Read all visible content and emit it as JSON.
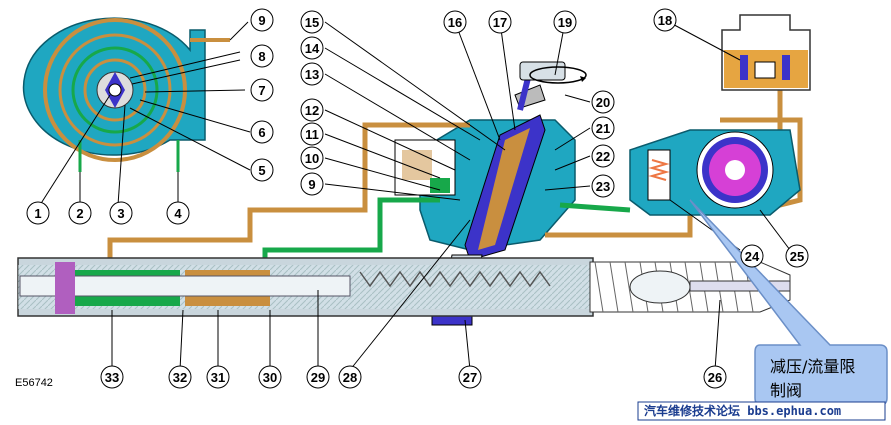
{
  "figure_code": "E56742",
  "callout": {
    "line1": "减压/流量限",
    "line2": "制阀"
  },
  "watermark": "汽车维修技术论坛 bbs.ephua.com",
  "labels": [
    "1",
    "2",
    "3",
    "4",
    "5",
    "6",
    "7",
    "8",
    "9",
    "9",
    "10",
    "11",
    "12",
    "13",
    "14",
    "15",
    "16",
    "17",
    "18",
    "19",
    "20",
    "21",
    "22",
    "23",
    "24",
    "25",
    "26",
    "27",
    "28",
    "29",
    "30",
    "31",
    "32",
    "33"
  ],
  "colors": {
    "oil_blue": "#1fa7c1",
    "pressure_green": "#17a84a",
    "return_tan": "#c98f3f",
    "bore_blue": "#3c33c9",
    "reservoir_fill": "#e6a541",
    "rotor_magenta": "#d640d6",
    "boot_gray": "#9aa7b0",
    "callout_fill": "#a9c7f2"
  }
}
